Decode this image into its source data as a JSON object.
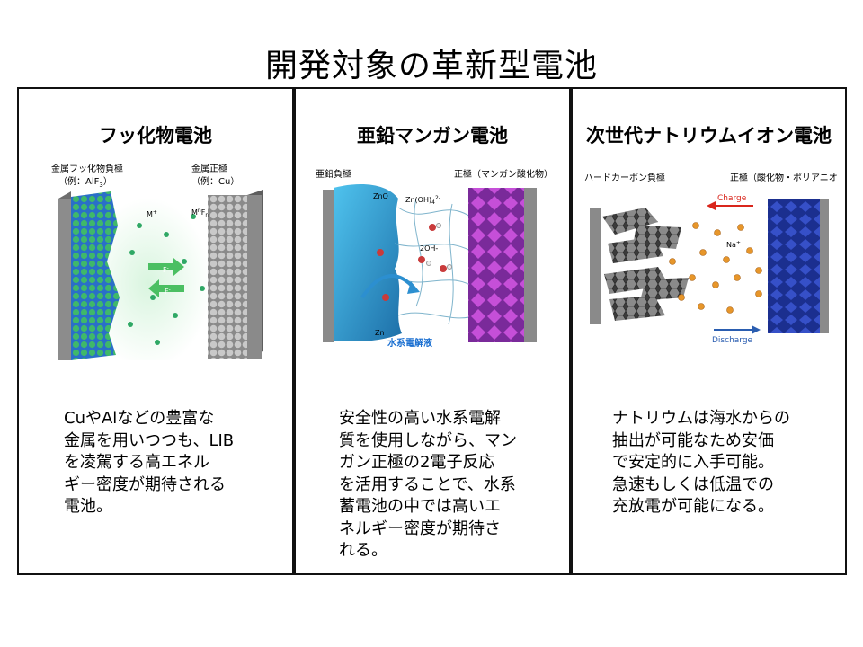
{
  "page_title": "開発対象の革新型電池",
  "panels": [
    {
      "title": "フッ化物電池",
      "labels": {
        "anode": "金属フッ化物負極",
        "anode_example": "（例：AlF",
        "anode_example_sub": "3",
        "anode_example_end": "）",
        "cathode": "金属正極",
        "cathode_example": "（例：Cu）",
        "m_ion": "M",
        "m_ion_sup": "+",
        "mf": "M",
        "mf_sup": "n",
        "mf_mid": "F",
        "mf_sub": "n",
        "f_ion_1": "F",
        "f_ion_1_sup": "-",
        "f_ion_2": "F",
        "f_ion_2_sup": "-"
      },
      "description": "CuやAlなどの豊富な\n金属を用いつつも、LIB\nを凌駕する高エネル\nギー密度が期待される\n電池。"
    },
    {
      "title": "亜鉛マンガン電池",
      "labels": {
        "anode": "亜鉛負極",
        "cathode": "正極（マンガン酸化物）",
        "zno": "ZnO",
        "zn_oh": "Zn(OH)",
        "zn_oh_sub": "4",
        "zn_oh_sup": "2-",
        "oh": "2OH-",
        "zn": "Zn",
        "electrolyte": "水系電解液"
      },
      "description": "安全性の高い水系電解\n質を使用しながら、マン\nガン正極の2電子反応\nを活用することで、水系\n蓄電池の中では高いエ\nネルギー密度が期待さ\nれる。"
    },
    {
      "title": "次世代ナトリウムイオン電池",
      "labels": {
        "anode": "ハードカーボン負極",
        "cathode": "正極（酸化物・ポリアニオン）",
        "charge": "Charge",
        "discharge": "Discharge",
        "na": "Na",
        "na_sup": "+"
      },
      "description": "ナトリウムは海水からの\n抽出が可能なため安価\nで安定的に入手可能。\n急速もしくは低温での\n充放電が可能になる。"
    }
  ],
  "colors": {
    "border": "#111111",
    "charge_arrow": "#d9261c",
    "discharge_arrow": "#2a5db0",
    "electrolyte_label": "#1a6fd1",
    "sodium_ion": "#e7962a",
    "zinc_blue": "#2ea3d9",
    "mn_purple": "#b23fc9",
    "fluoride_green": "#2fa865"
  }
}
